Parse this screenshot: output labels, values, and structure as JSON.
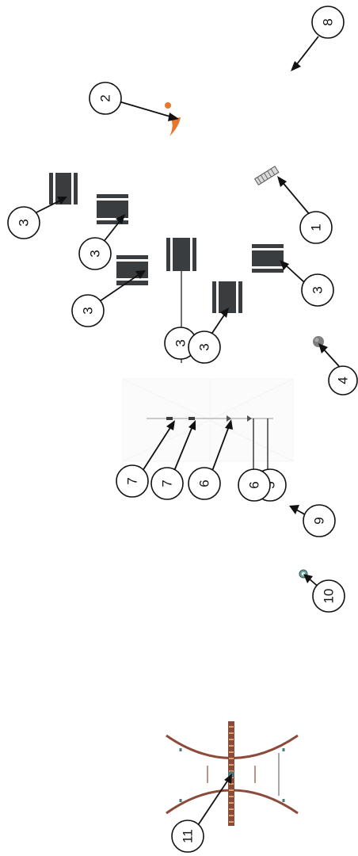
{
  "callouts": [
    {
      "id": "c1",
      "label": "1"
    },
    {
      "id": "c2",
      "label": "2"
    },
    {
      "id": "c3a",
      "label": "3"
    },
    {
      "id": "c3b",
      "label": "3"
    },
    {
      "id": "c3c",
      "label": "3"
    },
    {
      "id": "c3d",
      "label": "3"
    },
    {
      "id": "c3e",
      "label": "3"
    },
    {
      "id": "c3f",
      "label": "3"
    },
    {
      "id": "c4",
      "label": "4"
    },
    {
      "id": "c5",
      "label": "5"
    },
    {
      "id": "c6a",
      "label": "6"
    },
    {
      "id": "c6b",
      "label": "6"
    },
    {
      "id": "c7a",
      "label": "7"
    },
    {
      "id": "c7b",
      "label": "7"
    },
    {
      "id": "c8",
      "label": "8"
    },
    {
      "id": "c9",
      "label": "9"
    },
    {
      "id": "c10",
      "label": "10"
    },
    {
      "id": "c11",
      "label": "11"
    }
  ],
  "colors": {
    "line": "#111111",
    "component": "#3a3d40",
    "accent_orange": "#e8762b",
    "bridge_brown": "#8b4a3a",
    "background": "#ffffff"
  }
}
